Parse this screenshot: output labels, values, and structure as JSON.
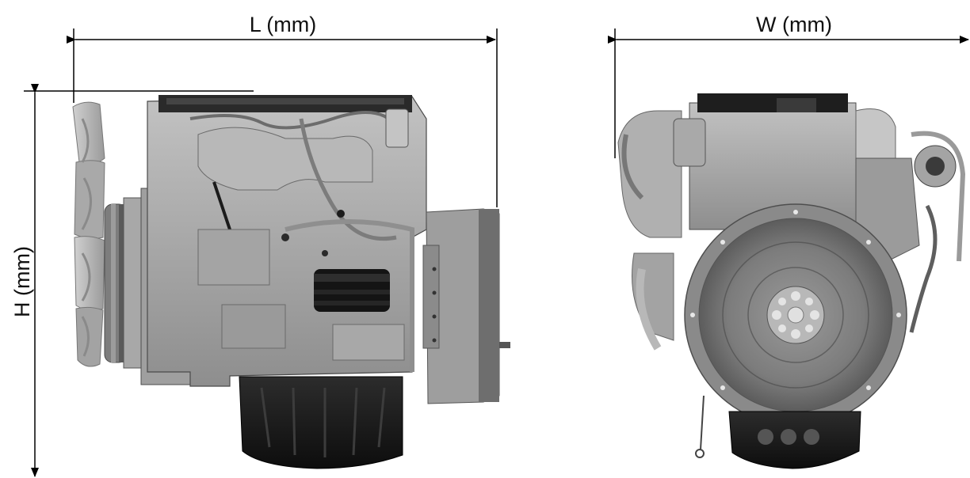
{
  "dimensions": {
    "length_label": "L (mm)",
    "width_label": "W (mm)",
    "height_label": "H (mm)"
  },
  "views": {
    "side": {
      "icon": "engine-side-view-icon"
    },
    "rear": {
      "icon": "engine-rear-view-icon"
    }
  },
  "colors": {
    "line": "#000000",
    "engine_light": "#b4b4b4",
    "engine_mid": "#8a8a8a",
    "engine_dark": "#3c3c3c",
    "engine_black": "#151515"
  }
}
